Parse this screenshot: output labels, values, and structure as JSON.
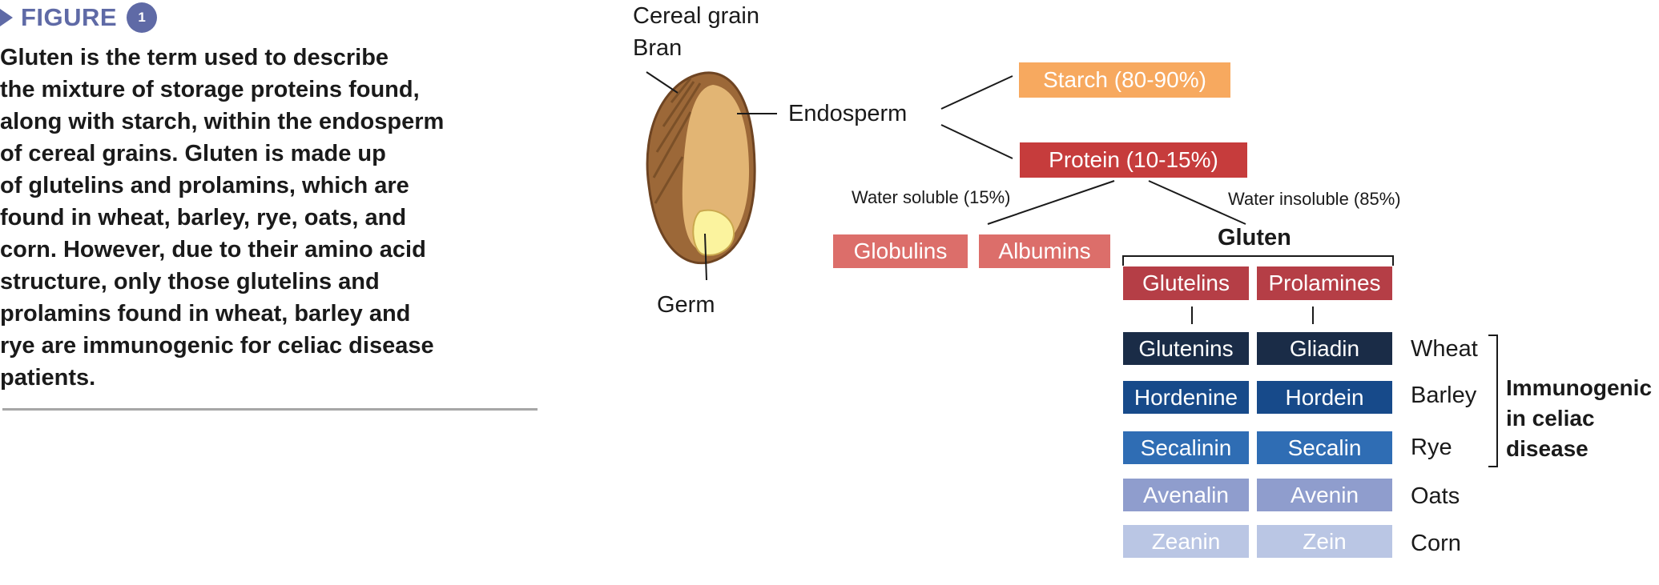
{
  "figure": {
    "word": "FIGURE",
    "number": "1"
  },
  "caption_lines": [
    "Gluten is the term used to describe",
    "the mixture of storage proteins found,",
    "along with starch, within the endosperm",
    "of cereal grains. Gluten is made up",
    "of glutelins and prolamins, which are",
    "found in wheat, barley, rye, oats, and",
    "corn. However, due to their amino acid",
    "structure, only those glutelins and",
    "prolamins found in wheat, barley and",
    "rye are immunogenic for celiac disease",
    "patients."
  ],
  "grain": {
    "title": "Cereal grain",
    "bran": "Bran",
    "endosperm": "Endosperm",
    "germ": "Germ"
  },
  "starch": "Starch (80-90%)",
  "protein": "Protein (10-15%)",
  "water_soluble": "Water soluble (15%)",
  "water_insoluble": "Water insoluble (85%)",
  "globulins": "Globulins",
  "albumins": "Albumins",
  "gluten": "Gluten",
  "glutelins": "Glutelins",
  "prolamines": "Prolamines",
  "rows": [
    {
      "glutelin": "Glutenins",
      "prolamin": "Gliadin",
      "grain": "Wheat"
    },
    {
      "glutelin": "Hordenine",
      "prolamin": "Hordein",
      "grain": "Barley"
    },
    {
      "glutelin": "Secalinin",
      "prolamin": "Secalin",
      "grain": "Rye"
    },
    {
      "glutelin": "Avenalin",
      "prolamin": "Avenin",
      "grain": "Oats"
    },
    {
      "glutelin": "Zeanin",
      "prolamin": "Zein",
      "grain": "Corn"
    }
  ],
  "immunogenic": [
    "Immunogenic",
    "in celiac",
    "disease"
  ],
  "colors": {
    "accent": "#5f6aa6",
    "starch": "#f7a95f",
    "protein": "#c63c3c",
    "soluble": "#dc6e6a",
    "gluten_header": "#b53e46",
    "wheat": "#1a2c47",
    "barley": "#174a8a",
    "rye": "#2f6db4",
    "oats": "#8f9dcd",
    "corn": "#bac6e4"
  }
}
